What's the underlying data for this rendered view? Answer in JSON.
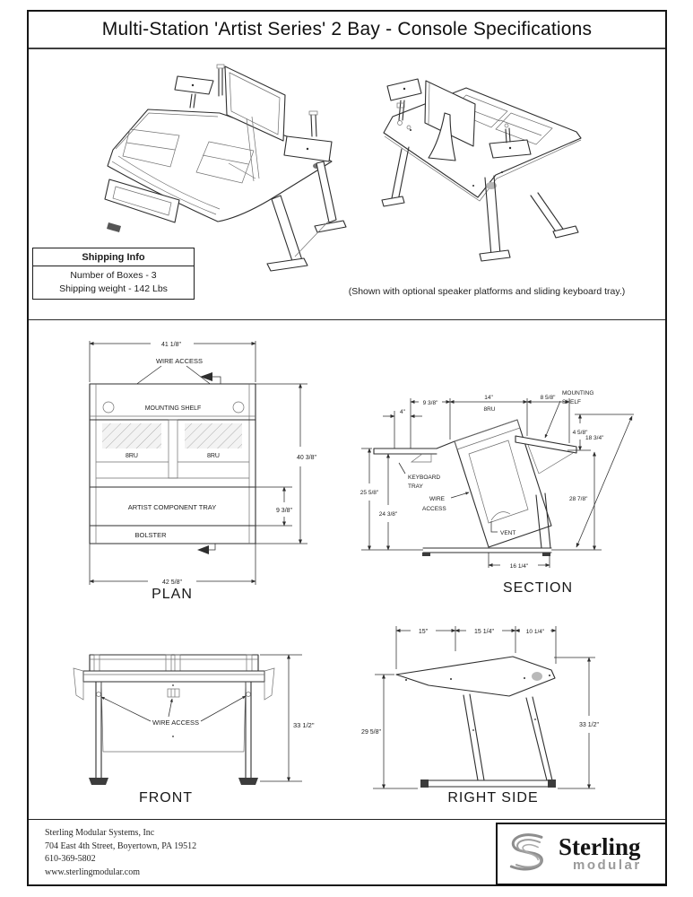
{
  "title": "Multi-Station 'Artist Series' 2 Bay - Console Specifications",
  "shipping_info": {
    "header": "Shipping Info",
    "boxes": "Number of Boxes - 3",
    "weight": "Shipping weight - 142 Lbs"
  },
  "iso_caption": "(Shown with optional speaker platforms and sliding keyboard tray.)",
  "plan": {
    "view_label": "PLAN",
    "labels": {
      "wire_access": "WIRE ACCESS",
      "mounting_shelf": "MOUNTING SHELF",
      "bay_left": "8RU",
      "bay_right": "8RU",
      "component_tray": "ARTIST COMPONENT TRAY",
      "bolster": "BOLSTER"
    },
    "dims": {
      "top_width": "41 1/8\"",
      "overall_depth": "40 3/8\"",
      "tray_depth": "9 3/8\"",
      "bottom_width": "42 5/8\""
    }
  },
  "section": {
    "view_label": "SECTION",
    "labels": {
      "mounting_shelf_1": "MOUNTING",
      "mounting_shelf_2": "SHELF",
      "keyboard_tray_1": "KEYBOARD",
      "keyboard_tray_2": "TRAY",
      "wire_access_1": "WIRE",
      "wire_access_2": "ACCESS",
      "vent": "VENT",
      "rack": "8RU"
    },
    "dims": {
      "kb_offset": "4\"",
      "kb_depth": "9 3/8\"",
      "rack_depth": "14\"",
      "shelf_depth": "8 5/8\"",
      "shelf_height": "4 5/8\"",
      "slope_len": "18 3/4\"",
      "rear_height": "28 7/8\"",
      "kb_height": "25 5/8\"",
      "tray_height": "24 3/8\"",
      "base_depth": "16 1/4\""
    }
  },
  "front": {
    "view_label": "FRONT",
    "labels": {
      "wire_access": "WIRE ACCESS"
    },
    "dims": {
      "height": "33 1/2\""
    }
  },
  "right_side": {
    "view_label": "RIGHT SIDE",
    "dims": {
      "front_seg": "15\"",
      "mid_seg": "15 1/4\"",
      "rear_seg": "10 1/4\"",
      "front_height": "29 5/8\"",
      "overall_height": "33 1/2\""
    }
  },
  "footer": {
    "company": "Sterling Modular Systems, Inc",
    "address": "704 East 4th Street, Boyertown, PA 19512",
    "phone": "610-369-5802",
    "website": "www.sterlingmodular.com",
    "logo": {
      "name": "Sterling",
      "tagline": "modular"
    }
  },
  "colors": {
    "ink": "#2e2e2e",
    "hatch": "#aeaeae",
    "logo_gray": "#9a9a9a"
  }
}
